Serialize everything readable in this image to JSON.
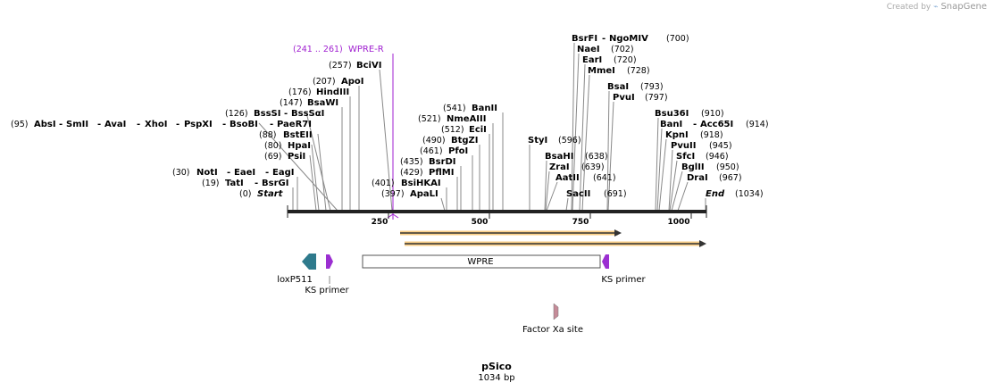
{
  "credit": {
    "prefix": "Created by",
    "brand": "SnapGene"
  },
  "map": {
    "title": "pSico",
    "length_label": "1034 bp",
    "total_bp": 1034,
    "ruler_ticks": [
      "250",
      "500",
      "750",
      "1000"
    ]
  },
  "sites": [
    {
      "pos": "(95)",
      "name": "AbsI"
    },
    {
      "pos": "",
      "name": "SmII"
    },
    {
      "pos": "",
      "name": "AvaI"
    },
    {
      "pos": "",
      "name": "XhoI"
    },
    {
      "pos": "",
      "name": "PspXI"
    },
    {
      "pos": "",
      "name": "BsoBI"
    },
    {
      "pos": "",
      "name": "PaeR7I"
    },
    {
      "pos": "(126)",
      "name": "BssSI"
    },
    {
      "pos": "",
      "name": "BssSαI"
    },
    {
      "pos": "(88)",
      "name": "BstEII"
    },
    {
      "pos": "(80)",
      "name": "HpaI"
    },
    {
      "pos": "(69)",
      "name": "PsiI"
    },
    {
      "pos": "(30)",
      "name": "NotI"
    },
    {
      "pos": "",
      "name": "EaeI"
    },
    {
      "pos": "",
      "name": "EagI"
    },
    {
      "pos": "(19)",
      "name": "TatI"
    },
    {
      "pos": "",
      "name": "BsrGI"
    },
    {
      "pos": "(0)",
      "name": "Start"
    },
    {
      "pos": "(257)",
      "name": "BciVI"
    },
    {
      "pos": "(207)",
      "name": "ApoI"
    },
    {
      "pos": "(176)",
      "name": "HindIII"
    },
    {
      "pos": "(147)",
      "name": "BsaWI"
    },
    {
      "pos": "(541)",
      "name": "BanII"
    },
    {
      "pos": "(521)",
      "name": "NmeAIII"
    },
    {
      "pos": "(512)",
      "name": "EciI"
    },
    {
      "pos": "(490)",
      "name": "BtgZI"
    },
    {
      "pos": "(461)",
      "name": "PfoI"
    },
    {
      "pos": "(435)",
      "name": "BsrDI"
    },
    {
      "pos": "(429)",
      "name": "PflMI"
    },
    {
      "pos": "(401)",
      "name": "BsiHKAI"
    },
    {
      "pos": "(397)",
      "name": "ApaLI"
    },
    {
      "pos": "",
      "name": "BsrFI"
    },
    {
      "pos": "(700)",
      "name": "NgoMIV"
    },
    {
      "pos": "(702)",
      "name": "NaeI"
    },
    {
      "pos": "(720)",
      "name": "EarI"
    },
    {
      "pos": "(728)",
      "name": "MmeI"
    },
    {
      "pos": "(793)",
      "name": "BsaI"
    },
    {
      "pos": "(797)",
      "name": "PvuI"
    },
    {
      "pos": "(596)",
      "name": "StyI"
    },
    {
      "pos": "(638)",
      "name": "BsaHI"
    },
    {
      "pos": "(639)",
      "name": "ZraI"
    },
    {
      "pos": "(641)",
      "name": "AatII"
    },
    {
      "pos": "(691)",
      "name": "SacII"
    },
    {
      "pos": "(910)",
      "name": "Bsu36I"
    },
    {
      "pos": "",
      "name": "BanI"
    },
    {
      "pos": "(914)",
      "name": "Acc65I"
    },
    {
      "pos": "(918)",
      "name": "KpnI"
    },
    {
      "pos": "(945)",
      "name": "PvuII"
    },
    {
      "pos": "(946)",
      "name": "SfcI"
    },
    {
      "pos": "(950)",
      "name": "BglII"
    },
    {
      "pos": "(967)",
      "name": "DraI"
    },
    {
      "pos": "(1034)",
      "name": "End"
    }
  ],
  "primer_binding": {
    "range": "(241 .. 261)",
    "name": "WPRE-R",
    "color": "#a020d0"
  },
  "features": [
    {
      "name": "loxP511",
      "color": "#2e7a8c"
    },
    {
      "name": "KS primer",
      "color": "#9b2fd1"
    },
    {
      "name": "WPRE",
      "color": "#ffffff"
    },
    {
      "name": "KS primer",
      "color": "#9b2fd1"
    },
    {
      "name": "Factor Xa site",
      "color": "#c58b98"
    }
  ],
  "orf_color": "#f5a623"
}
